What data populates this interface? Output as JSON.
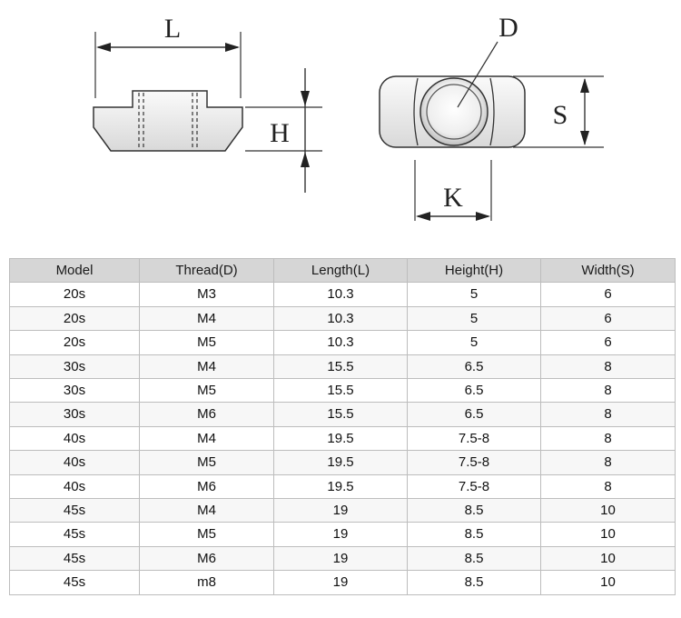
{
  "drawing": {
    "label_length": "L",
    "label_height": "H",
    "label_thread": "D",
    "label_slot": "K",
    "label_side": "S"
  },
  "table": {
    "headers": [
      "Model",
      "Thread(D)",
      "Length(L)",
      "Height(H)",
      "Width(S)"
    ],
    "rows": [
      [
        "20s",
        "M3",
        "10.3",
        "5",
        "6"
      ],
      [
        "20s",
        "M4",
        "10.3",
        "5",
        "6"
      ],
      [
        "20s",
        "M5",
        "10.3",
        "5",
        "6"
      ],
      [
        "30s",
        "M4",
        "15.5",
        "6.5",
        "8"
      ],
      [
        "30s",
        "M5",
        "15.5",
        "6.5",
        "8"
      ],
      [
        "30s",
        "M6",
        "15.5",
        "6.5",
        "8"
      ],
      [
        "40s",
        "M4",
        "19.5",
        "7.5-8",
        "8"
      ],
      [
        "40s",
        "M5",
        "19.5",
        "7.5-8",
        "8"
      ],
      [
        "40s",
        "M6",
        "19.5",
        "7.5-8",
        "8"
      ],
      [
        "45s",
        "M4",
        "19",
        "8.5",
        "10"
      ],
      [
        "45s",
        "M5",
        "19",
        "8.5",
        "10"
      ],
      [
        "45s",
        "M6",
        "19",
        "8.5",
        "10"
      ],
      [
        "45s",
        "m8",
        "19",
        "8.5",
        "10"
      ]
    ]
  }
}
